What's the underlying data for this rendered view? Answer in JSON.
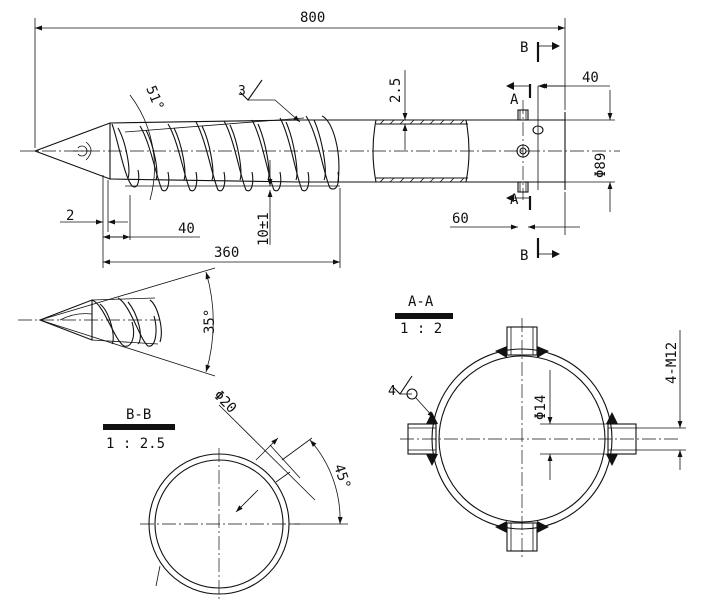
{
  "dimensions": {
    "overall_length": "800",
    "top_right": "40",
    "wall_thickness": "2.5",
    "thread_angle": "51°",
    "roughness_main": "3",
    "pipe_diameter": "Φ89",
    "tip_gap": "2",
    "tip_to_flight": "40",
    "pitch_tolerance": "10±1",
    "end_offset": "60",
    "flight_length": "360",
    "tip_angle": "35°",
    "bolt_hole": "Φ14",
    "bolt_spec": "4-M12",
    "roughness_detail": "4",
    "flight_bar_dia": "Φ20",
    "flight_angle": "45°"
  },
  "section_labels": {
    "bb_top": "B",
    "bb_bottom": "B",
    "aa_top": "A",
    "aa_bottom": "A"
  },
  "views": {
    "aa": {
      "title": "A-A",
      "scale": "1 : 2"
    },
    "bb": {
      "title": "B-B",
      "scale": "1 : 2.5"
    }
  }
}
